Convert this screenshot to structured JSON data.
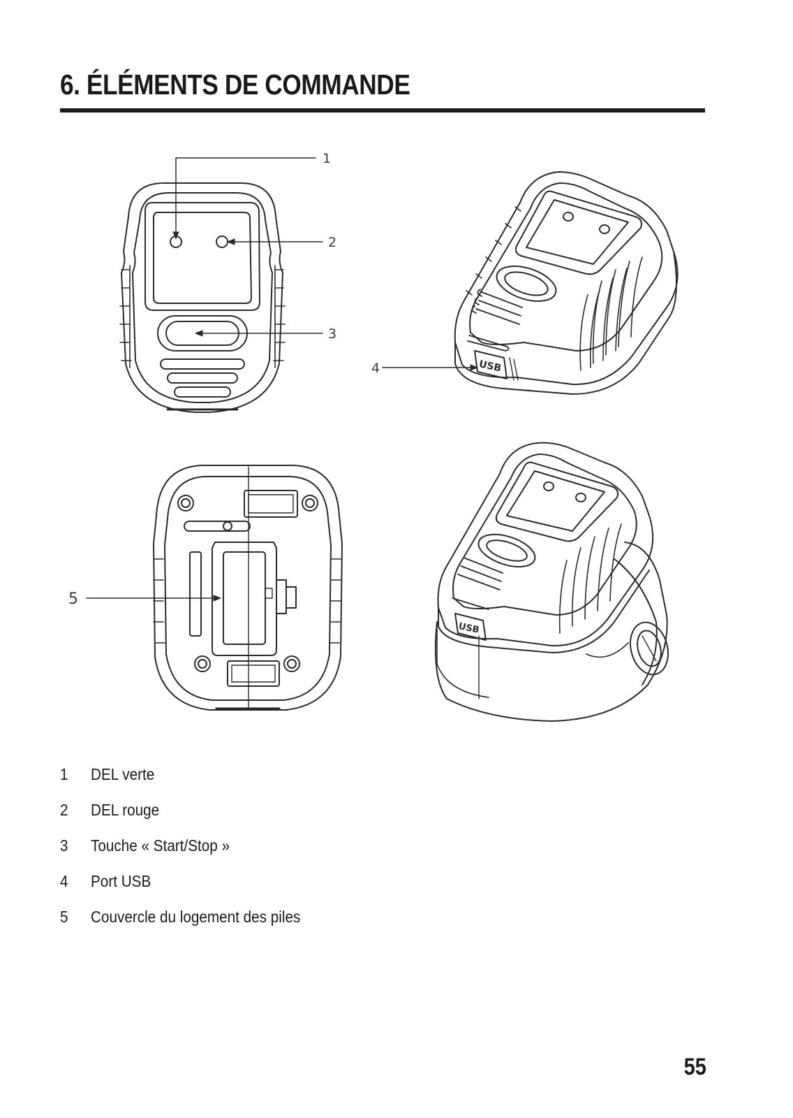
{
  "section": {
    "title": "6. ÉLÉMENTS DE COMMANDE"
  },
  "figure": {
    "callouts": [
      "1",
      "2",
      "3",
      "4",
      "5"
    ],
    "usb_marking": "USB"
  },
  "legend": {
    "items": [
      {
        "number": "1",
        "label": "DEL verte"
      },
      {
        "number": "2",
        "label": "DEL rouge"
      },
      {
        "number": "3",
        "label": "Touche « Start/Stop »"
      },
      {
        "number": "4",
        "label": "Port USB"
      },
      {
        "number": "5",
        "label": "Couvercle du logement des piles"
      }
    ]
  },
  "page": {
    "number": "55"
  }
}
